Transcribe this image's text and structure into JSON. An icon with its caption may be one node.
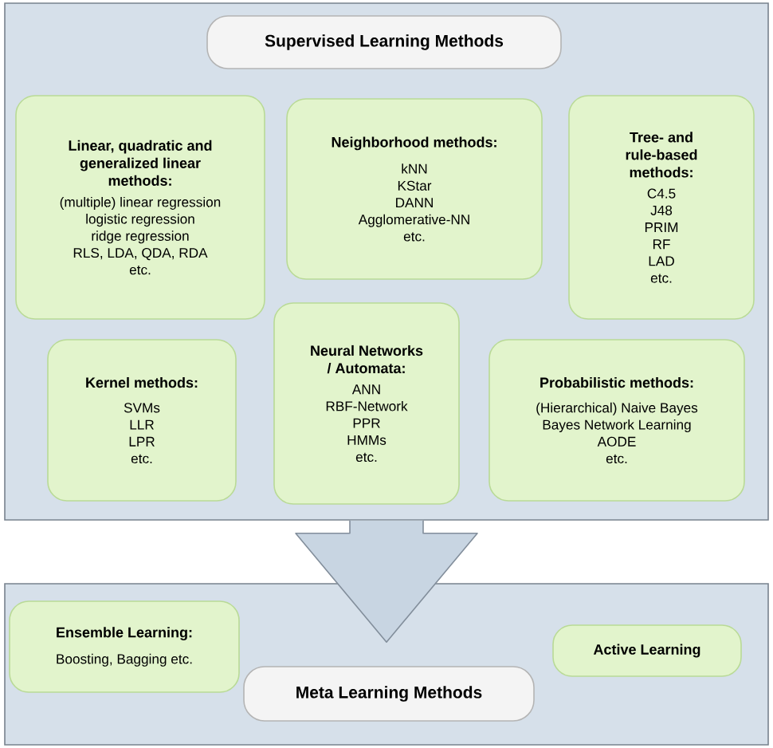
{
  "diagram": {
    "nodes": [
      {
        "text": [],
        "shape": "box"
      },
      {
        "text": [
          "Supervised Learning Methods"
        ],
        "in": 0
      },
      {
        "text": [
          "Linear, quadratic and generalized linear methods:",
          "(multiple) linear regression",
          "logistic regression",
          "ridge regression",
          "RLS, LDA, QDA, RDA",
          "etc."
        ],
        "in": 0
      },
      {
        "text": [
          "Neighborhood methods:",
          "kNN",
          "KStar",
          "DANN",
          "Agglomerative-NN",
          "etc."
        ],
        "in": 0
      },
      {
        "text": [
          "Tree- and rule-based methods:",
          "C4.5",
          "J48",
          "PRIM",
          "RF",
          "LAD",
          "etc."
        ],
        "in": 0
      },
      {
        "text": [
          "Kernel methods:",
          "SVMs",
          "LLR",
          "LPR",
          "etc."
        ],
        "in": 0
      },
      {
        "text": [
          "Neural Networks / Automata:",
          "ANN",
          "RBF-Network",
          "PPR",
          "HMMs",
          "etc."
        ],
        "in": 0
      },
      {
        "text": [
          "Probabilistic methods:",
          "(Hierarchical) Naive Bayes",
          "Bayes Network Learning",
          "AODE",
          "etc."
        ],
        "in": 0
      },
      {
        "text": [],
        "shape": "box"
      },
      {
        "text": [
          "Ensemble Learning:",
          "Boosting, Bagging etc."
        ],
        "in": 8
      },
      {
        "text": [
          "Active Learning"
        ],
        "in": 8
      },
      {
        "text": [
          "Meta Learning Methods"
        ],
        "in": 8
      }
    ],
    "edges": [
      {
        "from": 0,
        "to": 8,
        "arrow": "to"
      }
    ]
  }
}
